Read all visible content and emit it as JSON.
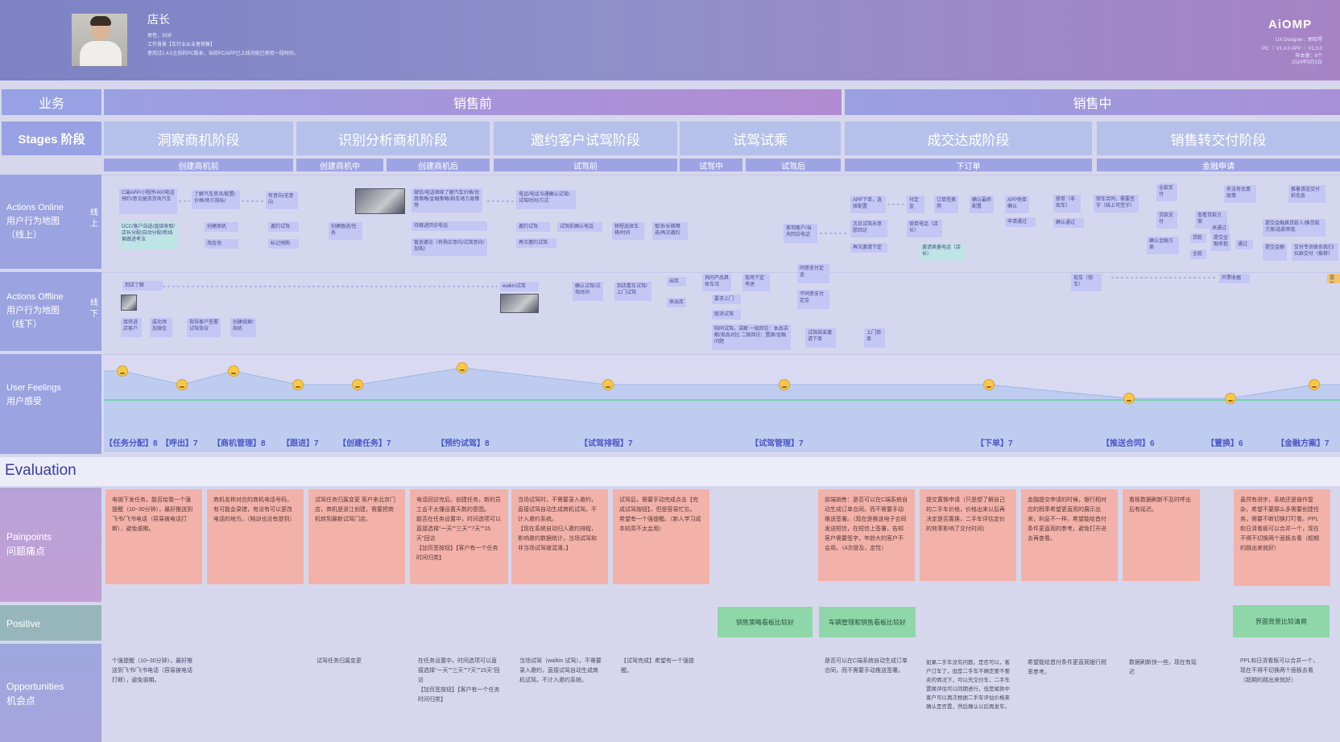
{
  "persona": {
    "title": "店长",
    "line1": "男性，35岁",
    "line2": "工作背景【车行业从业者销售】",
    "line3": "使用过1.4.0之前的PC版本，当前PC/APP已上线功能已使用一段时间。"
  },
  "brand": {
    "logo": "AiOMP",
    "designer": "UX Designer：郭晓琴",
    "version": "PC ｜ V1.4.0    APP ｜ V1.0.0",
    "samples": "样本量：8个",
    "date": "2024年5月3日"
  },
  "business": {
    "label": "业务",
    "before": "销售前",
    "during": "销售中"
  },
  "stages": {
    "label": "Stages 阶段",
    "items": [
      "洞察商机阶段",
      "识别分析商机阶段",
      "邀约客户试驾阶段",
      "试驾试乘",
      "成交达成阶段",
      "销售转交付阶段"
    ],
    "subs": [
      "创建商机前",
      "创建商机中",
      "创建商机后",
      "试驾前",
      "试驾中",
      "试驾后",
      "下订单",
      "金融申请"
    ]
  },
  "rows": {
    "online": "Actions  Online\n用户行为地图\n（线上）",
    "online_chan": "线上",
    "offline": "Actions  Offline\n用户行为地图\n（线下）",
    "offline_chan": "线下",
    "feelings": "User Feelings\n用户感受",
    "painpoints": "Painpoints\n问题痛点",
    "positive": "Positive",
    "opportunities": "Opportunities\n机会点"
  },
  "online_stickers": [
    "C端APP/小程序/400电话预约/意见留资咨询汽车",
    "了解汽车资讯/配置/价格/地方指标/",
    "有意向/无意向",
    "DCC/客户自选/直接收取/店长分配/自动分配/新线索跟进考法",
    "创建商机",
    "邀约试驾",
    "创建跟进/任务",
    "淘金池",
    "标记预购",
    "微信/电话继续了解汽车价格/优惠策略/金融策略/购车地方政策等",
    "待跟进回访电话",
    "暂放邀访（有购买意向/试驾意向/加购）",
    "电话/电话沟通确认试驾/试驾时间/方式",
    "邀约试驾",
    "试驾前确认电话",
    "轿程选择车辆/时间",
    "取消/长期隔选/再次邀约",
    "再次邀约试驾",
    "APP下单，选择配置",
    "付定金",
    "订单签换用",
    "确认最终配置",
    "APP快单确认",
    "锁单（非现车）",
    "锁车合同，需要签字（线上可签字）",
    "全款支付",
    "有没有优惠政策",
    "推着请送交付前信息",
    "次日试驾未意愿回访",
    "锁单电话（店长）",
    "申请通过",
    "确认通过",
    "贷款支付",
    "查看贷款方案",
    "提交金融换贷款人/换贷款方案/选款审批",
    "来通过",
    "再次邀请下定",
    "邀请换量电话（店长）",
    "确认金融方案",
    "贷款",
    "提交金融审批",
    "通过",
    "提交金额",
    "交付专员联系我们/拉群交付（推荐）",
    "全款",
    "客到客户/当天回访电话"
  ],
  "offline_stickers": [
    "到店了解",
    "walkin试驾",
    "确认试驾/试驾时间",
    "到店看车试驾/上门试驾",
    "出库",
    "询问产品具体车况",
    "现场下定考虑",
    "同意支付定金",
    "接待进店客户",
    "成功添加微信",
    "指导客户签署试驾协议",
    "创建线索/商机",
    "要求上门",
    "来出库",
    "不同意支付定金",
    "取消试驾",
    "陪同试驾，讲解\n一级回访：本品讲解/竞品对比\n二级回访：置换/金融问题",
    "试驾结束邀请下单",
    "上门锁单",
    "现车（锁车）",
    "开票收据",
    "提车"
  ],
  "feelings": {
    "labels": [
      "【任务分配】8",
      "【呼出】7",
      "【商机管理】8",
      "【跟进】7",
      "【创建任务】7",
      "【预约试驾】8",
      "【试驾排程】7",
      "【试驾管理】7",
      "【下单】7",
      "【推送合同】6",
      "【置换】6",
      "【金融方案】7"
    ],
    "curve": [
      8,
      7,
      8,
      7,
      7,
      8,
      7,
      7,
      7,
      6,
      6,
      7
    ]
  },
  "evaluation": "Evaluation",
  "painpoints": [
    "电销下发任务，能否给我一个强提醒（10~30分钟），最好推送到飞书/飞书电话（容易被电话打断），避免逾期。",
    "商机名称对应的商机电话号码，有可能会录错，有没有可以更改电话的地方。（陪训也没有提到）",
    "试驾任务归属变更\n客户来北京门店，商机是浙江创建，需要把商机转到最新试驾门店。",
    "电话回访完后，创建任务，新的员工会不太懂设置天数的意图。\n能否在任务设置中，时间选项可以直接选择\"一天\"\"三天\"\"7天\"\"15天\"回访\n【加页签按钮】【客户有一个任务时间归类】",
    "当场试驾时，不需要录入邀约，直接试驾自动生成商机试驾。不计入邀约系统。\n【现在系统自动归入邀约排程，影响邀约数据统计，当场试驾和非当场试驾被混淆。】",
    "试驾后，需要手动完成点击【完成试驾按钮】，但是容易忙忘。\n希望有一个强提醒。（新人学习成本较高不太会用）",
    "前端销售：是否可以在C端系统自动生成订单合同，而不需要手动推送签署。（现在是推送电子合同发送短信，在短信上签署，告知客户需要签字，年龄大的客户不会用。（4次提及，定性）",
    "提交置换申请（只是想了解自己的二手车价格，价格出来以后再决定是否置换，二手车评估定价的效率影响了交付时间）",
    "金融提交申请的时候，银行相对应的税率希望更直观的展示出来，利息不一样。希望能给首付条件更直观的参考。避免打开进去再查看。",
    "看板数据刷新不及时呼出后有延迟。",
    "虽然有进步，系统还是操作复杂，希望不要那么多需要创建任务，需要不断切换打叮看。PPL和日清看板可以合并一个，现在不得不切换两个面板去看（超期的跳出来就好）"
  ],
  "positives": [
    "销售策略看板比较好",
    "车辆管理和销售看板比较好",
    "界面背景比较清爽"
  ],
  "opportunities": [
    "个强提醒（10~30分钟），最好推送到飞书/飞书电话（容易被电话打断），避免逾期。",
    "试驾任务归属变更",
    "在任务设置中，时间选项可以直接选择\"一天\"\"三天\"\"7天\"\"15天\"回访\n【加页签按钮】【客户有一个任务时间归类】",
    "当场试驾（walkin 试驾），不需要录入邀约，直接试驾自动生成商机试驾。不计入邀约系统。",
    "【试驾完成】希望有一个强提醒。",
    "是否可以在C端系统自动生成订单合同，而不需要手动推送签署。",
    "如果二手车没有问题，是否可以，客户订车了，但是二手车不确定要不要卖的情况下，可以先交付车，二手车置换评估可以同期进行，但是尾款中客户可以再次根据二手车评估价格来确认是否置，然后确认以后再发车。",
    "希望能给首付条件更直观银行税率参考。",
    "数据刷新快一些，现在有延迟",
    "PPL和日清看板可以合并一个，现在不得不切换两个面板去看（超期的跳出来就好）"
  ],
  "colors": {
    "bg": "#d6d7ec",
    "band": "#9fa4e0",
    "stage": "#b5c1ea",
    "sticker": "#c4c6f4",
    "pain": "#f3b2a9",
    "positive": "#8fd7a8",
    "line": "#5bd39a"
  }
}
